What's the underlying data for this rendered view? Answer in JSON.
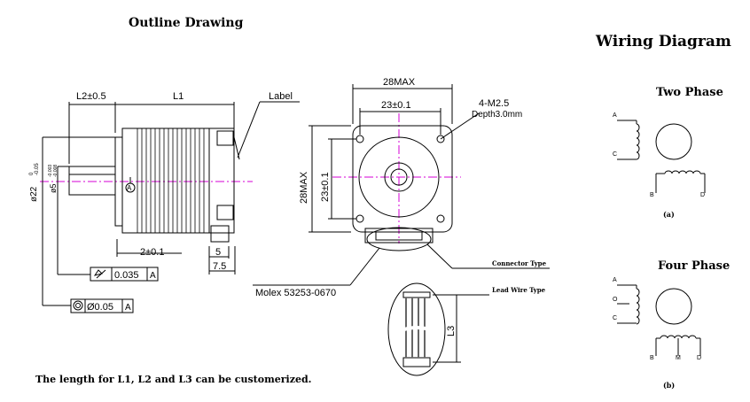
{
  "titles": {
    "outline": "Outline Drawing",
    "wiring": "Wiring Diagram",
    "two_phase": "Two Phase",
    "four_phase": "Four Phase",
    "caption_a": "(a)",
    "caption_b": "(b)"
  },
  "side_view": {
    "l2": "L2±0.5",
    "l1": "L1",
    "label": "Label",
    "shaft_dia": "ø22",
    "shaft_tol_upper": "0",
    "shaft_tol_lower": "-0.05",
    "shaft_small": "ø5",
    "shaft_small_tol_upper": "-0.003",
    "shaft_small_tol_lower": "-0.008",
    "datum": "A",
    "boss": "2±0.1",
    "dim_5": "5",
    "dim_7_5": "7.5",
    "runout": "0.035",
    "runout_datum": "A",
    "concentricity": "Ø0.05",
    "concentricity_datum": "A"
  },
  "front_view": {
    "width_max": "28MAX",
    "hole_spacing_h": "23±0.1",
    "height_max": "28MAX",
    "hole_spacing_v": "23±0.1",
    "holes": "4-M2.5",
    "depth": "Depth3.0mm",
    "connector_type": "Connector Type",
    "molex": "Molex 53253-0670",
    "lead_wire_type": "Lead Wire Type",
    "l3": "L3"
  },
  "footer_note": "The length for L1, L2 and L3 can be customerized.",
  "two_phase_pins": {
    "a": "A",
    "c": "C",
    "b": "B",
    "d": "D"
  },
  "four_phase_pins": {
    "a": "A",
    "o": "O",
    "c": "C",
    "b": "B",
    "m": "M",
    "d": "D"
  }
}
